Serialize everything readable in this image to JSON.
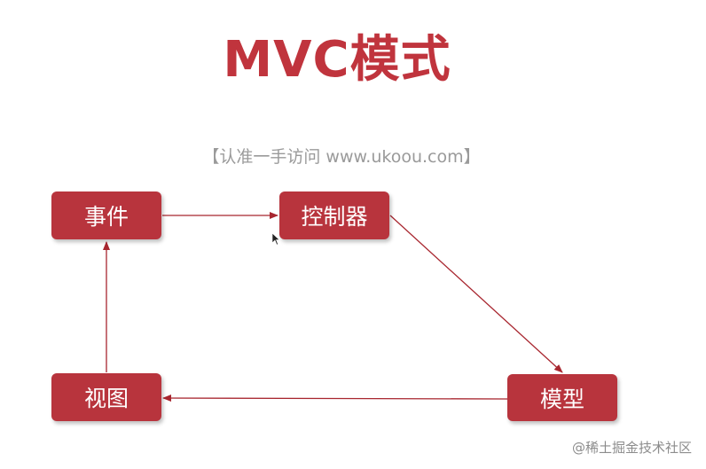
{
  "title": "MVC模式",
  "watermark": "【认准一手访问 www.ukoou.com】",
  "nodes": {
    "event": "事件",
    "controller": "控制器",
    "model": "模型",
    "view": "视图"
  },
  "credit": "@稀土掘金技术社区",
  "colors": {
    "accent": "#b8343d",
    "arrow": "#a8262f"
  }
}
